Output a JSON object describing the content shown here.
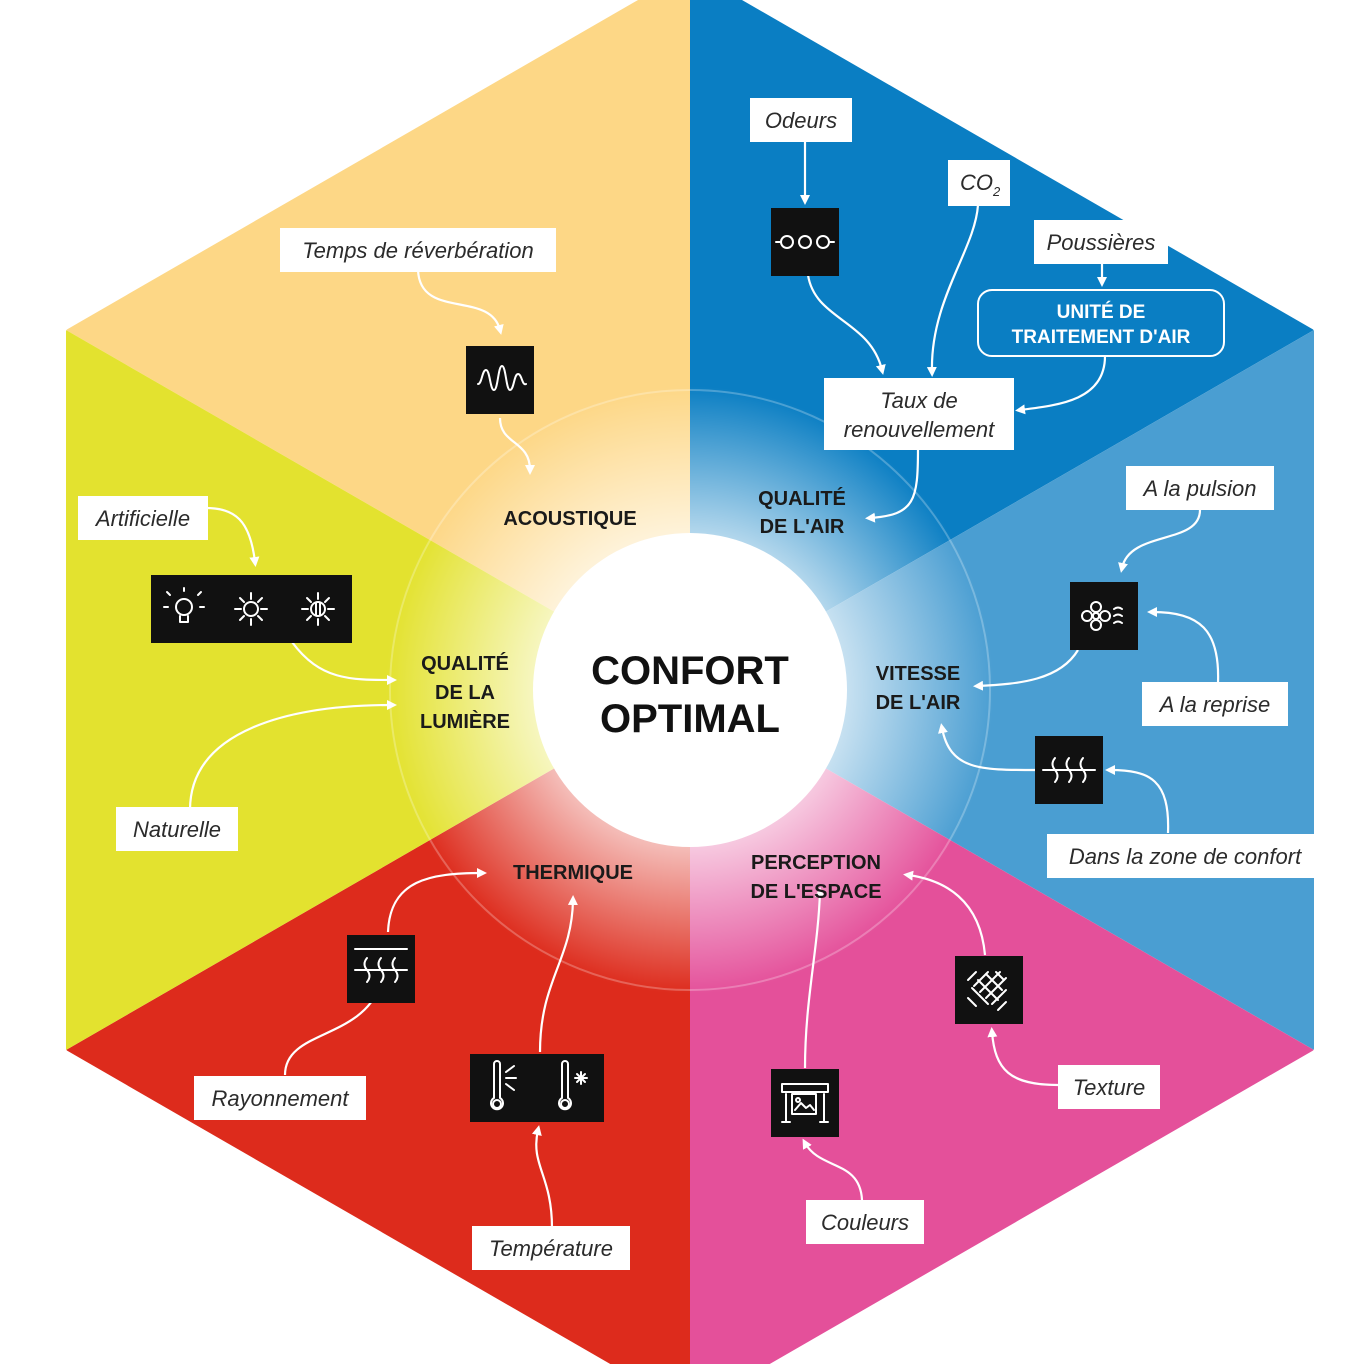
{
  "colors": {
    "acoustique": "#fdd786",
    "air": "#0a7ec3",
    "vitesse": "#4a9ed2",
    "perception": "#e4509a",
    "thermique": "#dd2b1c",
    "lumiere": "#e3e22f"
  },
  "center": {
    "line1": "CONFORT",
    "line2": "OPTIMAL"
  },
  "categories": {
    "acoustique": "ACOUSTIQUE",
    "qualite_air": [
      "QUALITÉ",
      "DE L'AIR"
    ],
    "vitesse_air": [
      "VITESSE",
      "DE L'AIR"
    ],
    "perception": [
      "PERCEPTION",
      "DE L'ESPACE"
    ],
    "thermique": "THERMIQUE",
    "lumiere": [
      "QUALITÉ",
      "DE LA",
      "LUMIÈRE"
    ]
  },
  "labels": {
    "reverberation": "Temps de réverbération",
    "odeurs": "Odeurs",
    "co2": "CO",
    "co2_sub": "2",
    "poussieres": "Poussières",
    "unite": [
      "UNITÉ DE",
      "TRAITEMENT D'AIR"
    ],
    "taux": [
      "Taux de",
      "renouvellement"
    ],
    "pulsion": "A la pulsion",
    "reprise": "A la reprise",
    "zone_confort": "Dans la zone de confort",
    "texture": "Texture",
    "couleurs": "Couleurs",
    "temperature": "Température",
    "rayonnement": "Rayonnement",
    "naturelle": "Naturelle",
    "artificielle": "Artificielle"
  },
  "icons": [
    "sound-wave-icon",
    "molecule-icon",
    "fan-air-icon",
    "heater-icon",
    "fabric-texture-icon",
    "printer-image-icon",
    "thermometer-hot-icon",
    "thermometer-cold-icon",
    "radiant-heater-icon",
    "bulb-icon",
    "sun-icon",
    "dimmed-sun-icon"
  ]
}
